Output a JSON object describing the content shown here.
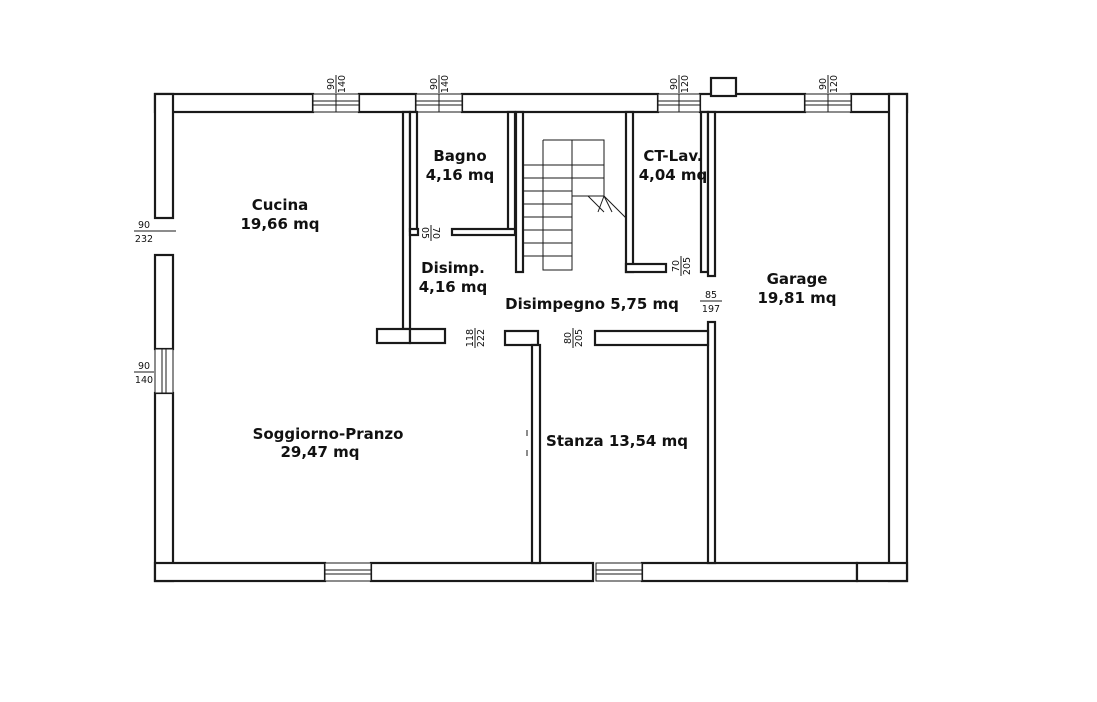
{
  "rooms": {
    "cucina": {
      "name": "Cucina",
      "area": "19,66 mq"
    },
    "bagno": {
      "name": "Bagno",
      "area": "4,16 mq"
    },
    "ct_lav": {
      "name": "CT-Lav.",
      "area": "4,04 mq"
    },
    "garage": {
      "name": "Garage",
      "area": "19,81 mq"
    },
    "disimp": {
      "name": "Disimp.",
      "area": "4,16 mq"
    },
    "disimpegno": {
      "label": "Disimpegno 5,75 mq"
    },
    "soggiorno": {
      "name": "Soggiorno-Pranzo",
      "area": "29,47 mq"
    },
    "stanza": {
      "label": "Stanza 13,54 mq"
    }
  },
  "dimensions": {
    "win_cucina_top": {
      "top": "90",
      "bottom": "140"
    },
    "win_bagno_top": {
      "top": "90",
      "bottom": "140"
    },
    "win_ctlav_top": {
      "top": "90",
      "bottom": "120"
    },
    "win_garage_top": {
      "top": "90",
      "bottom": "120"
    },
    "door_cucina_left": {
      "top": "90",
      "bottom": "232"
    },
    "win_soggiorno_left": {
      "top": "90",
      "bottom": "140"
    },
    "door_bagno": {
      "top": "70",
      "bottom": "05"
    },
    "door_ctlav": {
      "top": "70",
      "bottom": "205"
    },
    "door_garage": {
      "top": "85",
      "bottom": "197"
    },
    "door_soggiorno": {
      "top": "118",
      "bottom": "222"
    },
    "door_stanza": {
      "top": "80",
      "bottom": "205"
    }
  },
  "colors": {
    "line": "#1a1a1a",
    "background": "#ffffff"
  }
}
